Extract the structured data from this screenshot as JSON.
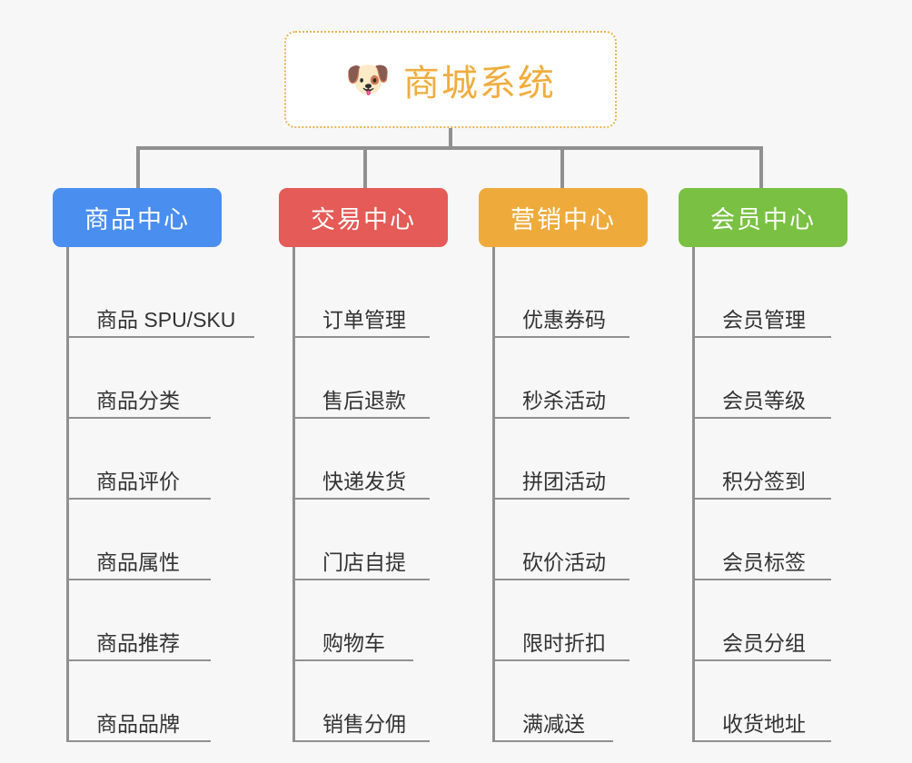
{
  "root": {
    "icon": "shiba-dog-face-emoji",
    "emoji": "🐶",
    "title": "商城系统",
    "title_color": "#f0ad3e",
    "border_color": "#e8b455"
  },
  "connector_color": "#909090",
  "background_color": "#f7f7f7",
  "columns": [
    {
      "category": "商品中心",
      "color": "#4a8ef0",
      "items": [
        "商品 SPU/SKU",
        "商品分类",
        "商品评价",
        "商品属性",
        "商品推荐",
        "商品品牌"
      ]
    },
    {
      "category": "交易中心",
      "color": "#e45b57",
      "items": [
        "订单管理",
        "售后退款",
        "快递发货",
        "门店自提",
        "购物车",
        "销售分佣"
      ]
    },
    {
      "category": "营销中心",
      "color": "#eeab3c",
      "items": [
        "优惠券码",
        "秒杀活动",
        "拼团活动",
        "砍价活动",
        "限时折扣",
        "满减送"
      ]
    },
    {
      "category": "会员中心",
      "color": "#7ac143",
      "items": [
        "会员管理",
        "会员等级",
        "积分签到",
        "会员标签",
        "会员分组",
        "收货地址"
      ]
    }
  ]
}
